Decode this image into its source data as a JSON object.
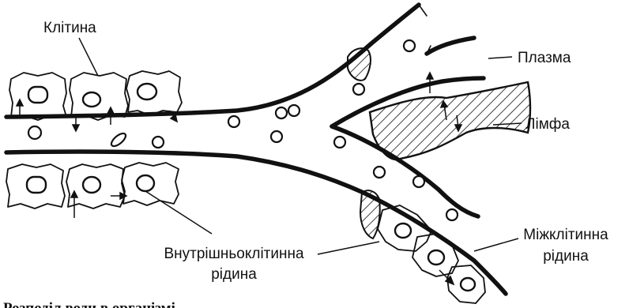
{
  "diagram": {
    "labels": {
      "cell": "Клітина",
      "plasma": "Плазма",
      "lymph": "Лімфа",
      "intracellular": [
        "Внутрішньоклітинна",
        "рідина"
      ],
      "intercellular": [
        "Міжклітинна",
        "рідина"
      ]
    },
    "caption": "Розподіл води в організмі"
  }
}
